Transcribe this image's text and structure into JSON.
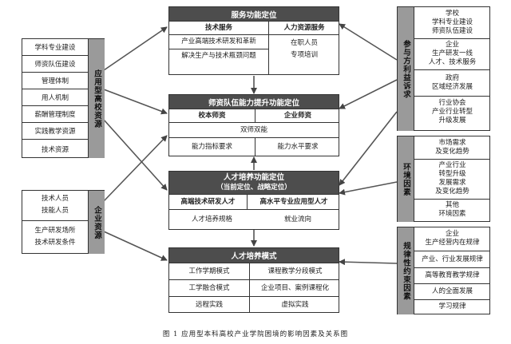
{
  "service": {
    "title": "服务功能定位",
    "tech_title": "技术服务",
    "tech_items": [
      "产业高端技术研发和革新",
      "解决生产与技术瓶颈问题"
    ],
    "hr_title": "人力资源服务",
    "hr_items": [
      "在职人员",
      "专项培训"
    ]
  },
  "teacher": {
    "title": "师资队伍能力提升功能定位",
    "col1": "校本师资",
    "col2": "企业师资",
    "row_mid": "双师双能",
    "row_left": "能力指标要求",
    "row_right": "能力水平要求"
  },
  "talent_pos": {
    "title": "人才培养功能定位",
    "subtitle": "（当前定位、战略定位）",
    "col1": "高端技术研发人才",
    "col2": "高水平专业应用型人才",
    "row_left": "人才培养规格",
    "row_right": "就业流向"
  },
  "talent_mode": {
    "title": "人才培养模式",
    "rows": [
      [
        "工作学期模式",
        "课程教学分段模式"
      ],
      [
        "工学融合模式",
        "企业项目、案例课程化"
      ],
      [
        "远程实践",
        "虚拟实践"
      ]
    ]
  },
  "left_school": {
    "title": "应用型高校资源",
    "items": [
      "学科专业建设",
      "师资队伍建设",
      "管理体制",
      "用人机制",
      "薪酬管理制度",
      "实践教学资源",
      "技术资源"
    ]
  },
  "left_enterprise": {
    "title": "企业资源",
    "items": [
      "技术人员",
      "技能人员",
      "生产研发场所",
      "技术研发条件"
    ]
  },
  "right_stake": {
    "title": "参与方利益诉求",
    "groups": [
      [
        "学校",
        "学科专业建设",
        "师资队伍建设"
      ],
      [
        "企业",
        "生产研发一线",
        "人才、技术服务"
      ],
      [
        "政府",
        "区域经济发展"
      ],
      [
        "行业协会",
        "产业行业转型",
        "升级发展"
      ]
    ]
  },
  "right_env": {
    "title": "环境因素",
    "groups": [
      [
        "市场需求",
        "及变化趋势"
      ],
      [
        "产业行业",
        "转型升级",
        "发展需求",
        "及变化趋势"
      ],
      [
        "其他",
        "环境因素"
      ]
    ]
  },
  "right_law": {
    "title": "规律性约束因素",
    "items": [
      "企业",
      "生产经营内在规律",
      "产业、行业发展规律",
      "高等教育教学规律",
      "人的全面发展",
      "学习规律"
    ]
  },
  "caption": "图 1   应用型本科高校产业学院困境的影响因素及关系图"
}
